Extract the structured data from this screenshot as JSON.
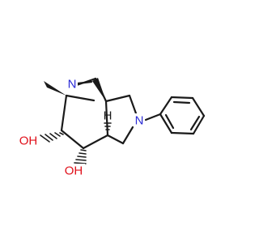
{
  "molecule": {
    "atoms": {
      "n_aziridine": {
        "text": "N",
        "color": "#2b2bd6"
      },
      "n_pyrrolidine": {
        "text": "N",
        "color": "#2b2bd6"
      },
      "oh_upper": {
        "text": "OH",
        "color": "#e0101a"
      },
      "oh_lower": {
        "text": "OH",
        "color": "#e0101a"
      },
      "h_stereo": {
        "text": "H",
        "color": "#1a1a1a"
      }
    }
  }
}
